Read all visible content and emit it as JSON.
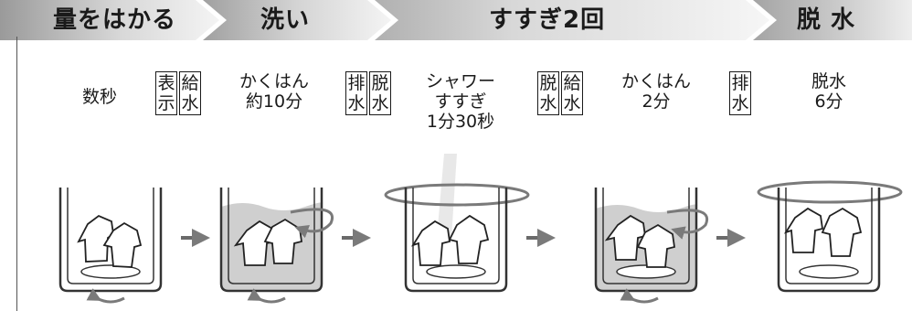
{
  "phases": [
    "量をはかる",
    "洗い",
    "すすぎ2回",
    "脱 水"
  ],
  "steps": {
    "s1": "数秒",
    "s2_line1": "かくはん",
    "s2_line2": "約10分",
    "s3_line1": "シャワー",
    "s3_line2": "すすぎ",
    "s3_line3": "1分30秒",
    "s4_line1": "かくはん",
    "s4_line2": "2分",
    "s5_line1": "脱水",
    "s5_line2": "6分"
  },
  "boxes": {
    "hyoji": [
      "表",
      "示"
    ],
    "kyusui": [
      "給",
      "水"
    ],
    "haisui": [
      "排",
      "水"
    ],
    "dassui": [
      "脱",
      "水"
    ]
  },
  "colors": {
    "banner_dark": "#8c8c8c",
    "banner_light": "#ededed",
    "water": "#bdbdbd",
    "arrow": "#6a6a6a"
  }
}
